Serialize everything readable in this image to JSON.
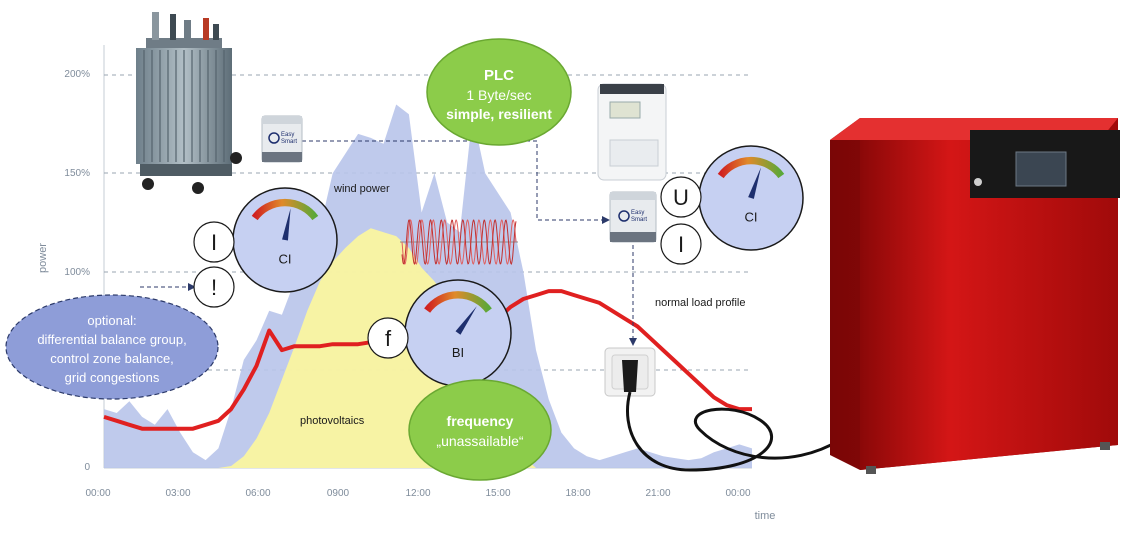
{
  "chart_data": {
    "type": "area",
    "ylabel": "power",
    "xlabel": "time",
    "x_ticks": [
      "00:00",
      "03:00",
      "06:00",
      "0900",
      "12:00",
      "15:00",
      "18:00",
      "21:00",
      "00:00"
    ],
    "y_ticks": [
      "0",
      "100%",
      "150%",
      "200%"
    ],
    "series": [
      {
        "name": "wind power",
        "color": "#b8c4ea",
        "values": [
          30,
          28,
          34,
          26,
          22,
          30,
          18,
          8,
          4,
          10,
          30,
          55,
          65,
          80,
          78,
          95,
          110,
          122,
          150,
          160,
          170,
          168,
          165,
          185,
          180,
          130,
          150,
          125,
          120,
          180,
          150,
          140,
          130,
          100,
          60,
          35,
          18,
          10,
          6,
          4,
          6,
          8,
          10,
          8,
          6,
          5,
          4,
          5,
          8,
          10,
          12,
          10
        ]
      },
      {
        "name": "photovoltaics",
        "color": "#faf4a0",
        "values": [
          0,
          0,
          0,
          0,
          0,
          0,
          0,
          0,
          0,
          0,
          1,
          6,
          15,
          28,
          45,
          62,
          80,
          95,
          105,
          112,
          118,
          122,
          120,
          118,
          112,
          102,
          95,
          86,
          74,
          60,
          44,
          28,
          14,
          6,
          0,
          0,
          0,
          0,
          0,
          0,
          0,
          0,
          0,
          0,
          0,
          0,
          0,
          0,
          0,
          0,
          0,
          0
        ]
      },
      {
        "name": "normal load profile",
        "color": "#e02020",
        "values": [
          26,
          24,
          22,
          20,
          20,
          20,
          20,
          20,
          22,
          24,
          30,
          40,
          52,
          70,
          60,
          62,
          62,
          62,
          63,
          63,
          63,
          64,
          63,
          62,
          63,
          64,
          64,
          65,
          66,
          68,
          70,
          76,
          82,
          86,
          88,
          90,
          90,
          88,
          86,
          84,
          80,
          76,
          72,
          66,
          60,
          54,
          48,
          42,
          36,
          32,
          30,
          30
        ]
      }
    ]
  },
  "labels": {
    "wind_power": "wind power",
    "photovoltaics": "photovoltaics",
    "normal_load_profile": "normal load profile"
  },
  "plc": {
    "title": "PLC",
    "rate": "1 Byte/sec",
    "tagline": "simple, resilient"
  },
  "frequency": {
    "title": "frequency",
    "subtitle": "„unassailable“"
  },
  "optional": {
    "lines": [
      "optional:",
      "differential balance group,",
      "control zone balance,",
      "grid congestions"
    ]
  },
  "gauges": {
    "left": {
      "label": "CI",
      "inputs": [
        "I",
        "!"
      ]
    },
    "middle": {
      "label": "BI",
      "inputs": [
        "f"
      ]
    },
    "right": {
      "label": "CI",
      "inputs": [
        "U",
        "I"
      ]
    }
  },
  "device": {
    "brand_line1": "Easy",
    "brand_line2": "Smart"
  },
  "colors": {
    "wind": "#b8c4ea",
    "pv": "#faf4a0",
    "load": "#e02020",
    "plc_bubble": "#8ccc4a",
    "optional_bubble": "#8e9dd8",
    "gauge_face": "#c6d0f2",
    "heater_red": "#c81010"
  }
}
